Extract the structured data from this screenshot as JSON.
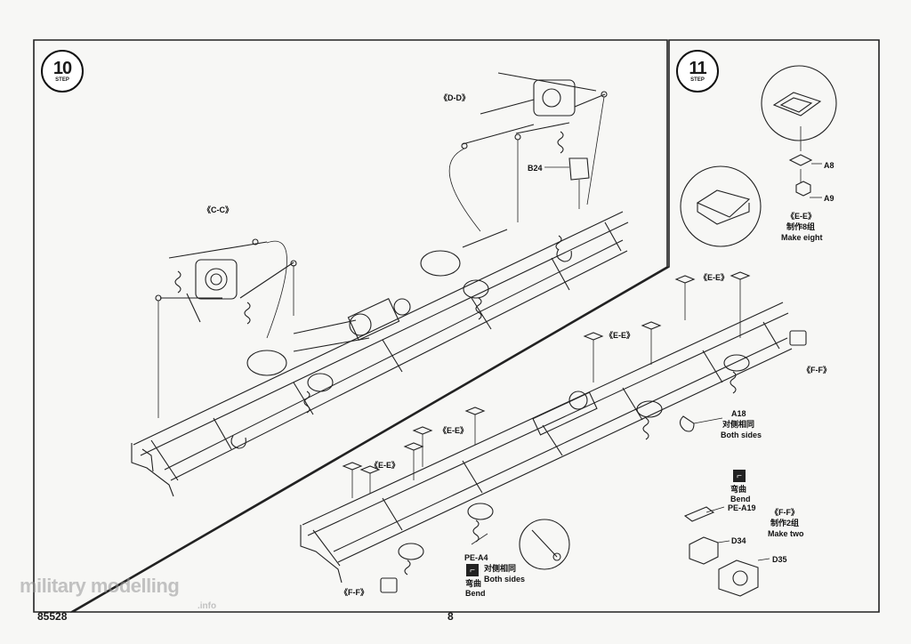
{
  "step10": {
    "number": "10",
    "word": "STEP"
  },
  "step11": {
    "number": "11",
    "word": "STEP"
  },
  "labels": {
    "cc": "《C-C》",
    "dd": "《D-D》",
    "b24": "B24",
    "ee1": "《E-E》",
    "ee2": "《E-E》",
    "ee3": "《E-E》",
    "ee4": "《E-E》",
    "ee_detail": "《E-E》",
    "ee_detail_cn": "制作8组",
    "ee_detail_en": "Make eight",
    "a8": "A8",
    "a9": "A9",
    "ff_right": "《F-F》",
    "ff_left": "《F-F》",
    "a18": "A18",
    "a18_cn": "对侧相同",
    "a18_en": "Both sides",
    "bend_cn_top": "弯曲",
    "bend_en_top": "Bend",
    "pe_a19": "PE-A19",
    "ff_make_title": "《F-F》",
    "ff_make_cn": "制作2组",
    "ff_make_en": "Make two",
    "d34": "D34",
    "d35": "D35",
    "pe_a4": "PE-A4",
    "pe_a4_cn": "对侧相同",
    "pe_a4_en": "Both sides",
    "bend_cn_bottom": "弯曲",
    "bend_en_bottom": "Bend"
  },
  "footer": {
    "code": "85528",
    "page": "8"
  },
  "watermark": {
    "text": "military modelling",
    "sub": ".info"
  },
  "icons": {
    "bend": "bend-icon",
    "step": "tank-step-icon"
  }
}
